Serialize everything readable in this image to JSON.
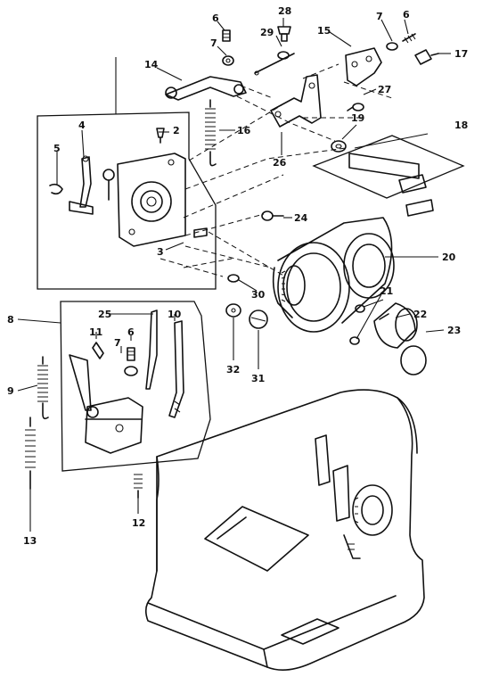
{
  "callouts": [
    {
      "id": "c28",
      "text": "28"
    },
    {
      "id": "c29",
      "text": "29"
    },
    {
      "id": "c15",
      "text": "15"
    },
    {
      "id": "c7a",
      "text": "7"
    },
    {
      "id": "c6a",
      "text": "6"
    },
    {
      "id": "c17",
      "text": "17"
    },
    {
      "id": "c6b",
      "text": "6"
    },
    {
      "id": "c7b",
      "text": "7"
    },
    {
      "id": "c14",
      "text": "14"
    },
    {
      "id": "c27",
      "text": "27"
    },
    {
      "id": "c2",
      "text": "2"
    },
    {
      "id": "c16",
      "text": "16"
    },
    {
      "id": "c4",
      "text": "4"
    },
    {
      "id": "c5",
      "text": "5"
    },
    {
      "id": "c19",
      "text": "19"
    },
    {
      "id": "c18",
      "text": "18"
    },
    {
      "id": "c26",
      "text": "26"
    },
    {
      "id": "c24",
      "text": "24"
    },
    {
      "id": "c3",
      "text": "3"
    },
    {
      "id": "c20",
      "text": "20"
    },
    {
      "id": "c30",
      "text": "30"
    },
    {
      "id": "c21",
      "text": "21"
    },
    {
      "id": "c8",
      "text": "8"
    },
    {
      "id": "c25",
      "text": "25"
    },
    {
      "id": "c10",
      "text": "10"
    },
    {
      "id": "c22",
      "text": "22"
    },
    {
      "id": "c23",
      "text": "23"
    },
    {
      "id": "c11",
      "text": "11"
    },
    {
      "id": "c6c",
      "text": "6"
    },
    {
      "id": "c7c",
      "text": "7"
    },
    {
      "id": "c32",
      "text": "32"
    },
    {
      "id": "c31",
      "text": "31"
    },
    {
      "id": "c9",
      "text": "9"
    },
    {
      "id": "c12",
      "text": "12"
    },
    {
      "id": "c13",
      "text": "13"
    }
  ]
}
